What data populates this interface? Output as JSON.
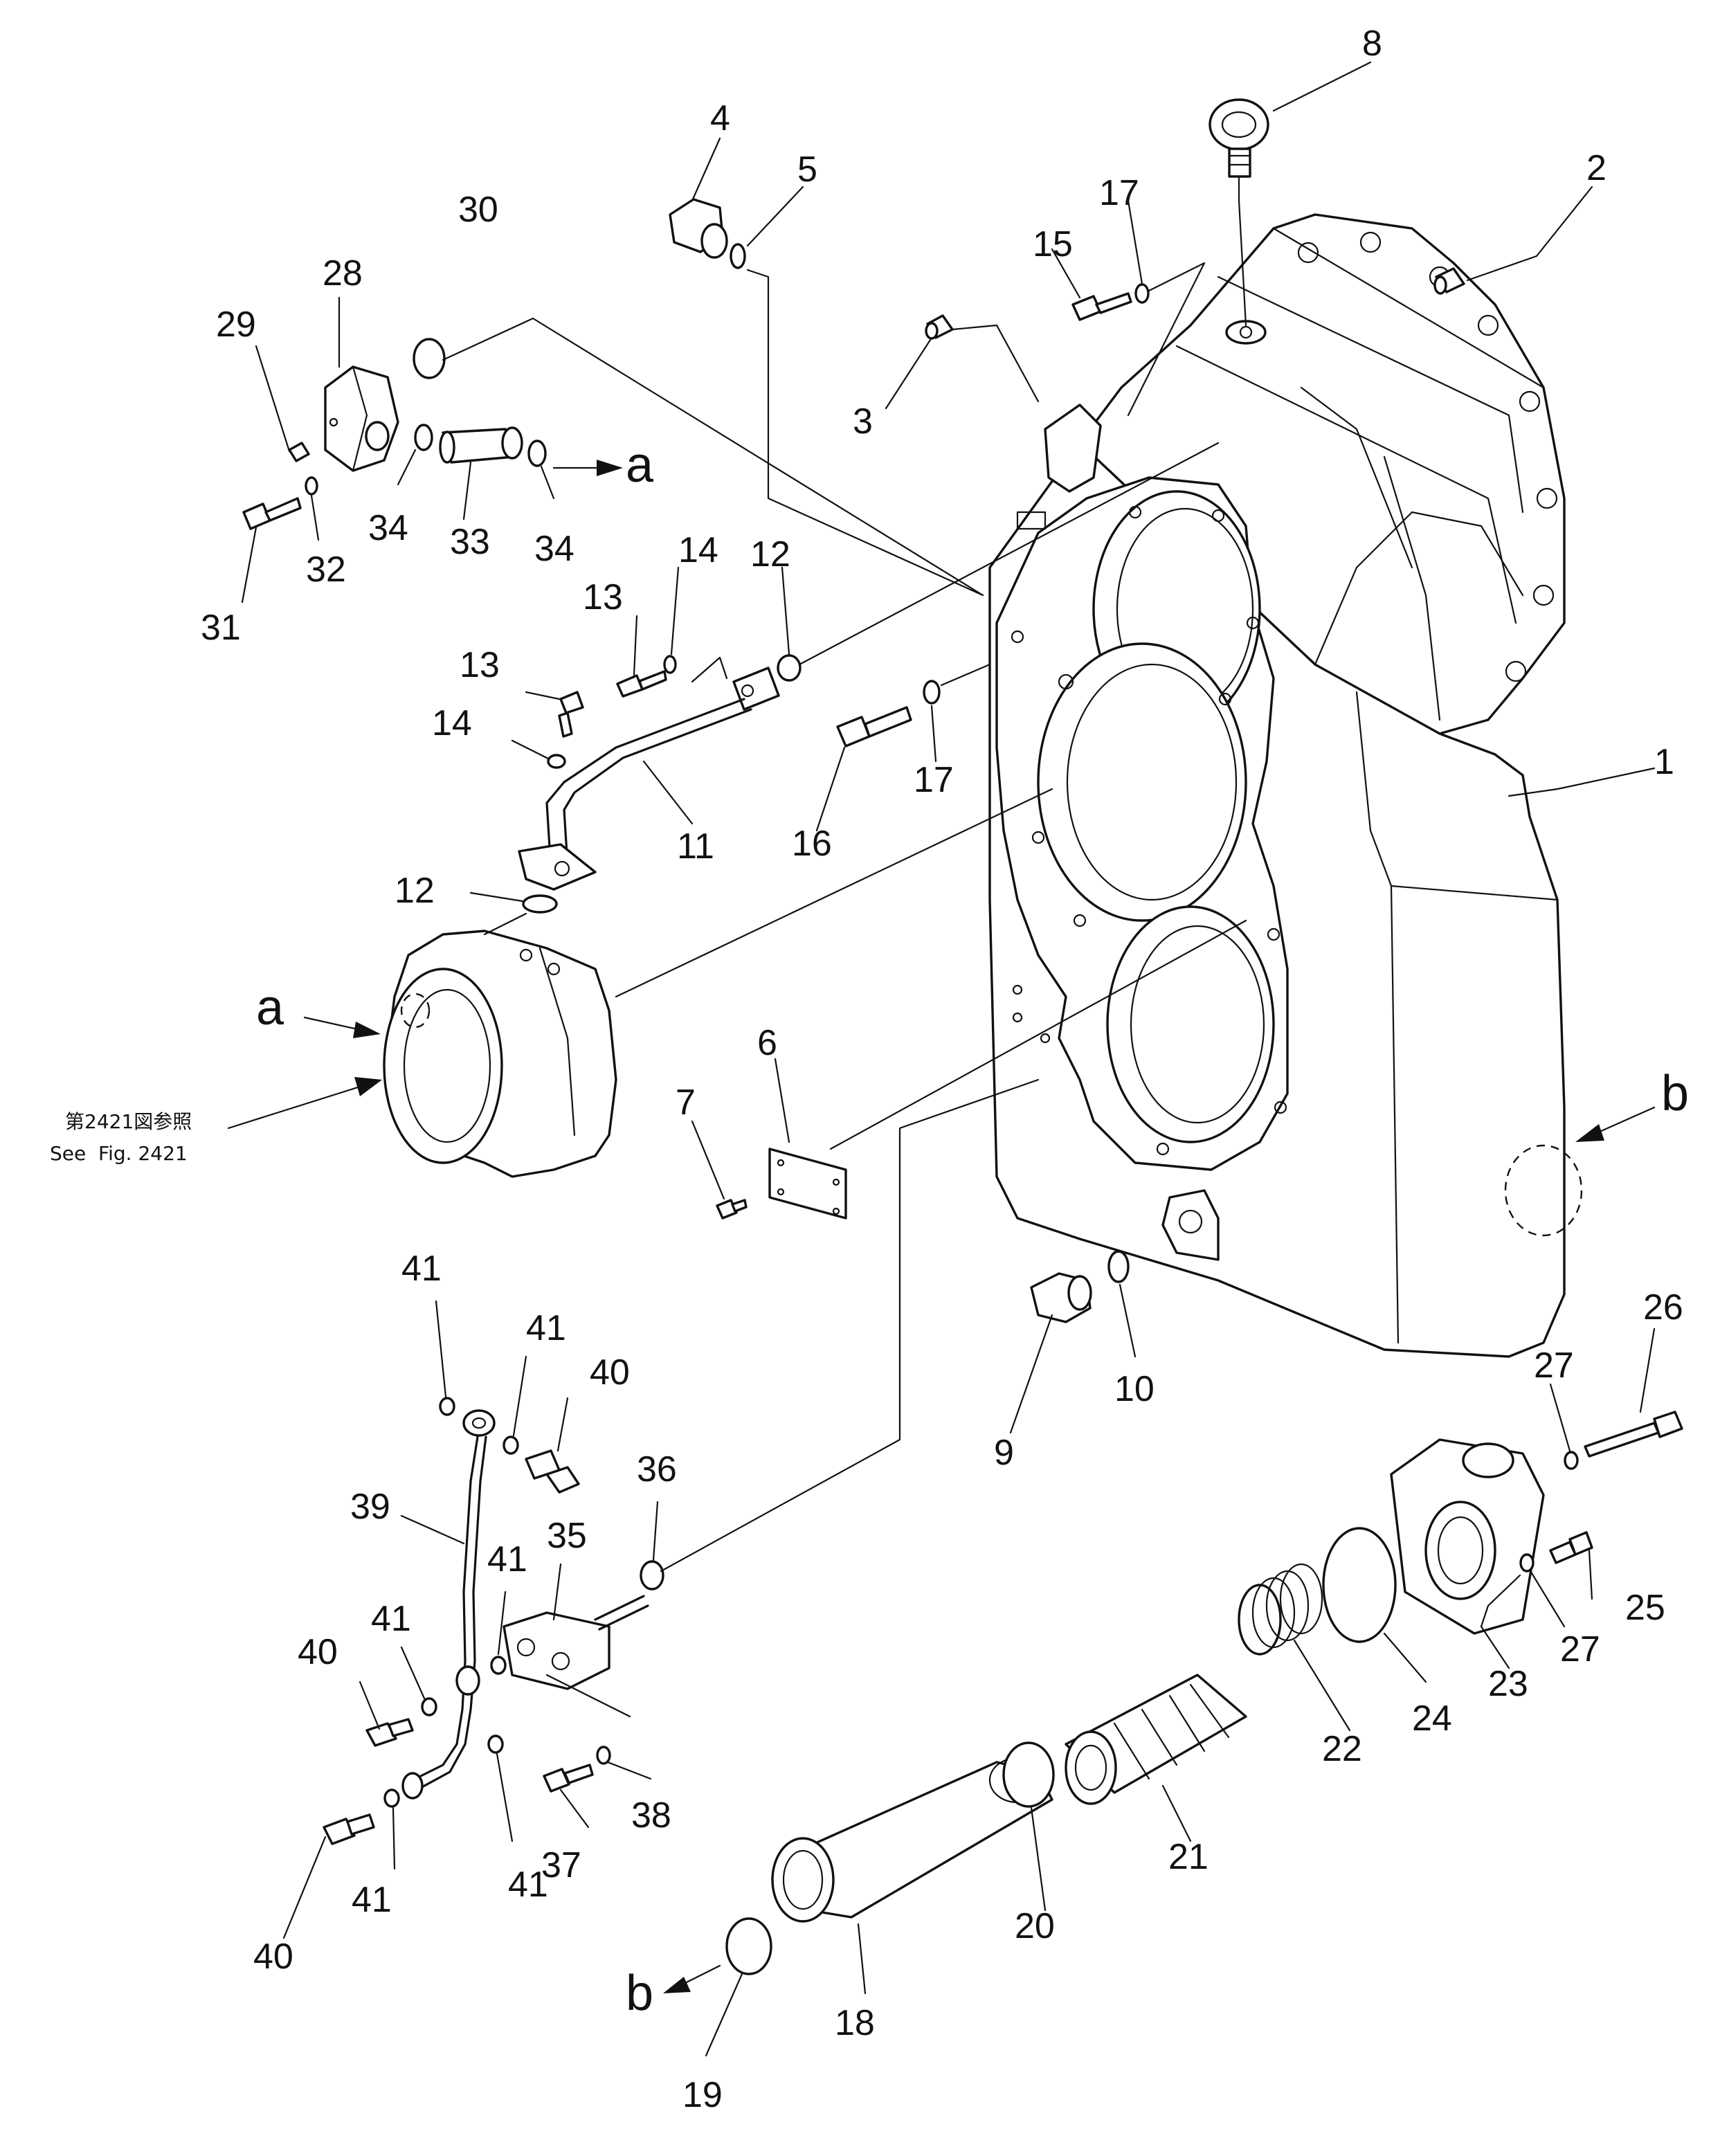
{
  "diagram": {
    "part_numbers": [
      "1",
      "2",
      "3",
      "4",
      "5",
      "6",
      "7",
      "8",
      "9",
      "10",
      "11",
      "12",
      "12",
      "13",
      "13",
      "14",
      "14",
      "15",
      "16",
      "17",
      "17",
      "18",
      "19",
      "20",
      "21",
      "22",
      "23",
      "24",
      "25",
      "26",
      "27",
      "27",
      "28",
      "29",
      "30",
      "31",
      "32",
      "33",
      "34",
      "34",
      "35",
      "36",
      "37",
      "38",
      "39",
      "40",
      "40",
      "40",
      "41",
      "41",
      "41",
      "41",
      "41",
      "41"
    ],
    "arrow_labels": [
      "a",
      "a",
      "b",
      "b"
    ],
    "reference_note": {
      "line1": "第2421図参照",
      "line2": "See  Fig. 2421"
    }
  }
}
